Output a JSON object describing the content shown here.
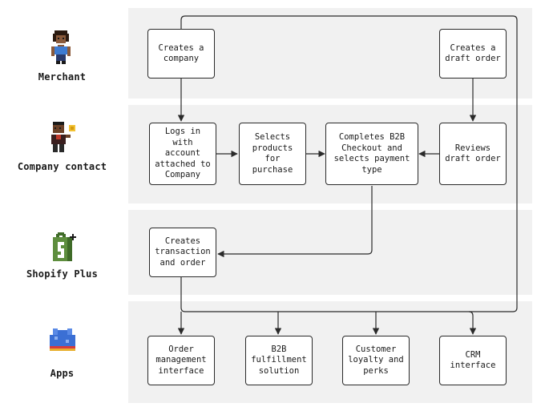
{
  "actors": {
    "merchant": "Merchant",
    "company_contact": "Company contact",
    "shopify_plus": "Shopify Plus",
    "apps": "Apps"
  },
  "nodes": {
    "creates_company": "Creates a\ncompany",
    "creates_draft_order": "Creates a\ndraft order",
    "logs_in": "Logs in with\naccount\nattached to\nCompany",
    "selects_products": "Selects\nproducts for\npurchase",
    "completes_checkout": "Completes B2B\nCheckout and\nselects payment\ntype",
    "reviews_draft": "Reviews\ndraft order",
    "creates_transaction": "Creates\ntransaction\nand order",
    "order_management": "Order\nmanagement\ninterface",
    "b2b_fulfillment": "B2B\nfulfillment\nsolution",
    "customer_loyalty": "Customer\nloyalty and\nperks",
    "crm_interface": "CRM\ninterface"
  },
  "colors": {
    "lane": "#f1f1f1",
    "stroke": "#2a2a2a",
    "shopify_green": "#5e8e3e"
  }
}
